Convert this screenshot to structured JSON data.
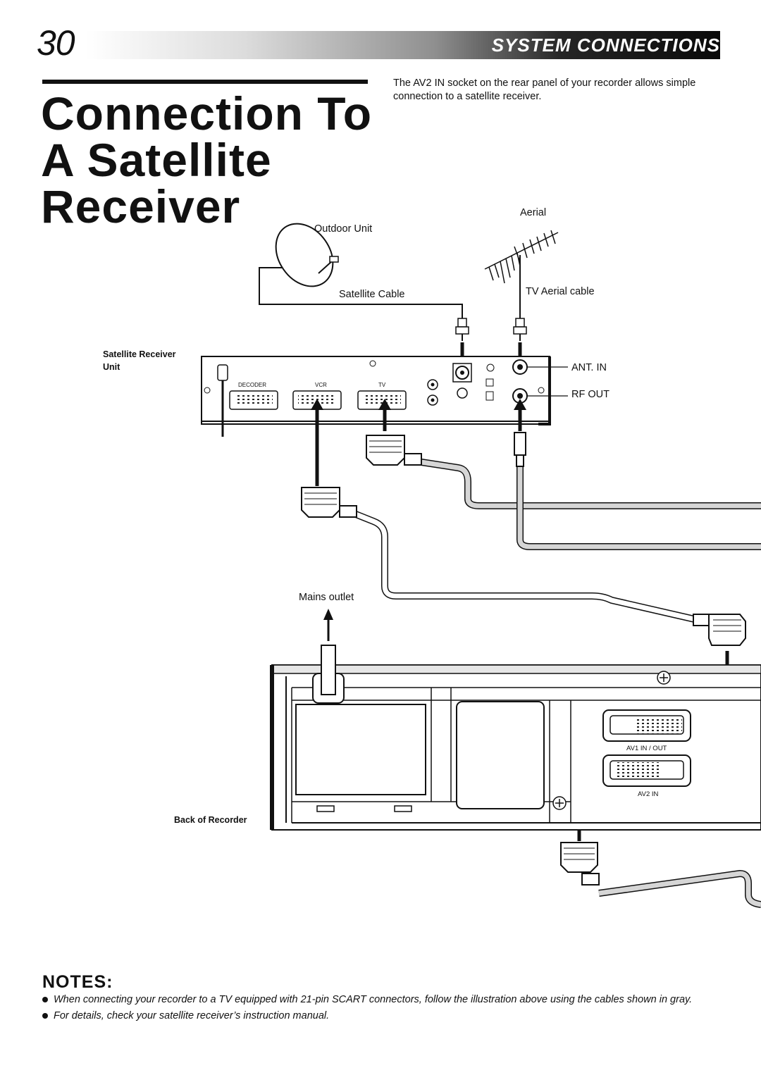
{
  "page": {
    "number": "30",
    "section": "SYSTEM CONNECTIONS",
    "title_lines": [
      "Connection To",
      "A Satellite",
      "Receiver"
    ],
    "intro": "The AV2 IN socket on the rear panel of your recorder allows simple connection to a satellite receiver."
  },
  "diagram": {
    "outdoor_unit": "Outdoor Unit",
    "aerial": "Aerial",
    "satellite_cable": "Satellite Cable",
    "tv_aerial_cable": "TV Aerial cable",
    "satellite_receiver_line1": "Satellite Receiver",
    "satellite_receiver_line2": "Unit",
    "ant_in": "ANT. IN",
    "rf_out": "RF OUT",
    "decoder": "DECODER",
    "vcr": "VCR",
    "tv": "TV",
    "mains_outlet": "Mains outlet",
    "back_of_recorder": "Back of Recorder",
    "av1_in_out": "AV1 IN / OUT",
    "av2_in": "AV2 IN"
  },
  "notes": {
    "heading": "NOTES:",
    "items": [
      "When connecting your recorder to a TV equipped with 21-pin SCART connectors, follow the illustration above using the cables shown in gray.",
      "For details, check your satellite receiver’s instruction manual."
    ]
  }
}
